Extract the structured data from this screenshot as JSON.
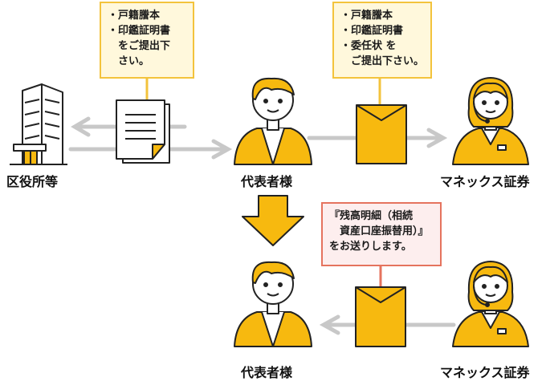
{
  "labels": {
    "city_office": "区役所等",
    "representative_top": "代表者様",
    "monex_top": "マネックス証券",
    "representative_bottom": "代表者様",
    "monex_bottom": "マネックス証券"
  },
  "notes": {
    "left": "・戸籍謄本\n・印鑑証明書\n　をご提出下\n　さい。",
    "right": "・戸籍謄本\n・印鑑証明書\n・委任状 を\n　ご提出下さい。",
    "bottom": "『残高明細（相続\n　資産口座振替用）』\nをお送りします。"
  },
  "colors": {
    "accent_yellow": "#f7b90f",
    "note_yellow_bg": "#fff8dc",
    "note_yellow_border": "#f3c33c",
    "note_red_bg": "#fdeeee",
    "note_red_border": "#e5735e",
    "arrow_gray": "#c8c8c8",
    "line_dark": "#222222"
  },
  "icons": [
    "building-icon",
    "document-icon",
    "person-icon",
    "envelope-icon",
    "operator-icon",
    "down-arrow-icon"
  ]
}
